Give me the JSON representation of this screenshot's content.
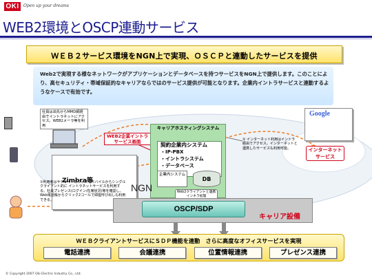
{
  "brand": {
    "logo_text": "OKI",
    "tagline": "Open up your dreams"
  },
  "title": "WEB2環境とOSCP連動サービス",
  "headline": "ＷＥＢ２サービス環境をNGN上で実現、ＯＳＣＰと連動したサービスを提供",
  "description": "Web2で実現する様なネットワークがアプリケーションとデータベースを持つサービスをNGN上で提供します。このことにより、高セキュリティ・帯域保証的なキャリアならではのサービス提供が可能となります。企業内イントラサービスと連動するようなケースで有効です。",
  "diagram": {
    "employee_note": "社員は出先からMMD網経由でイントラネットにアクセス。WEB2メーラ等を利用",
    "webapp_label": "WEB2企業イントラサービス画面",
    "zimbra_label": "Zimbra等",
    "carrier_hosting_title": "キャリアホスティングシステム",
    "enterprise_system_lines": [
      "契約企業内システム",
      "・IP-PBX",
      "・イントラシステム",
      "・データベース"
    ],
    "enterprise_small": "企業内システム",
    "db_label": "DB",
    "ngn_label": "NGN",
    "web2_ngn_note": "Web2クライアントと連携インネラ処理",
    "oscp_label": "OSCP/SDP",
    "carrier_equipment": "キャリア設備",
    "note1": "①利用者はサテライトオフィスやモバイルからシングルクライアント的に イントラネットサービスを利用する。社員プレゼンス(ログイン/在席状況)等を確認し、Web電話帳からクリック2コールで即座呼び出しも利用できる。",
    "note2": "② インターネット利用はイントラ経由でアクセス。インターネットと連携したサービスも利用可能。",
    "internet_service": "インターネットサービス",
    "google_label": "Google"
  },
  "bottom": {
    "headline": "ＷＥＢクライアントサービスにＳＤＰ機能を連動　さらに高度なオフィスサービスを実現",
    "items": [
      "電話連携",
      "会議連携",
      "位置情報連携",
      "プレゼンス連携"
    ]
  },
  "footer": "© Copyright 2007 Oki Electric Industry Co., Ltd.",
  "colors": {
    "title_blue": "#1b1b8e",
    "brand_red": "#d0021b",
    "headline_yellow": "#ffe36a",
    "carrier_green": "#aee0ae",
    "oscp_teal": "#6ac4b8",
    "arrow_orange": "#f07b1c"
  }
}
